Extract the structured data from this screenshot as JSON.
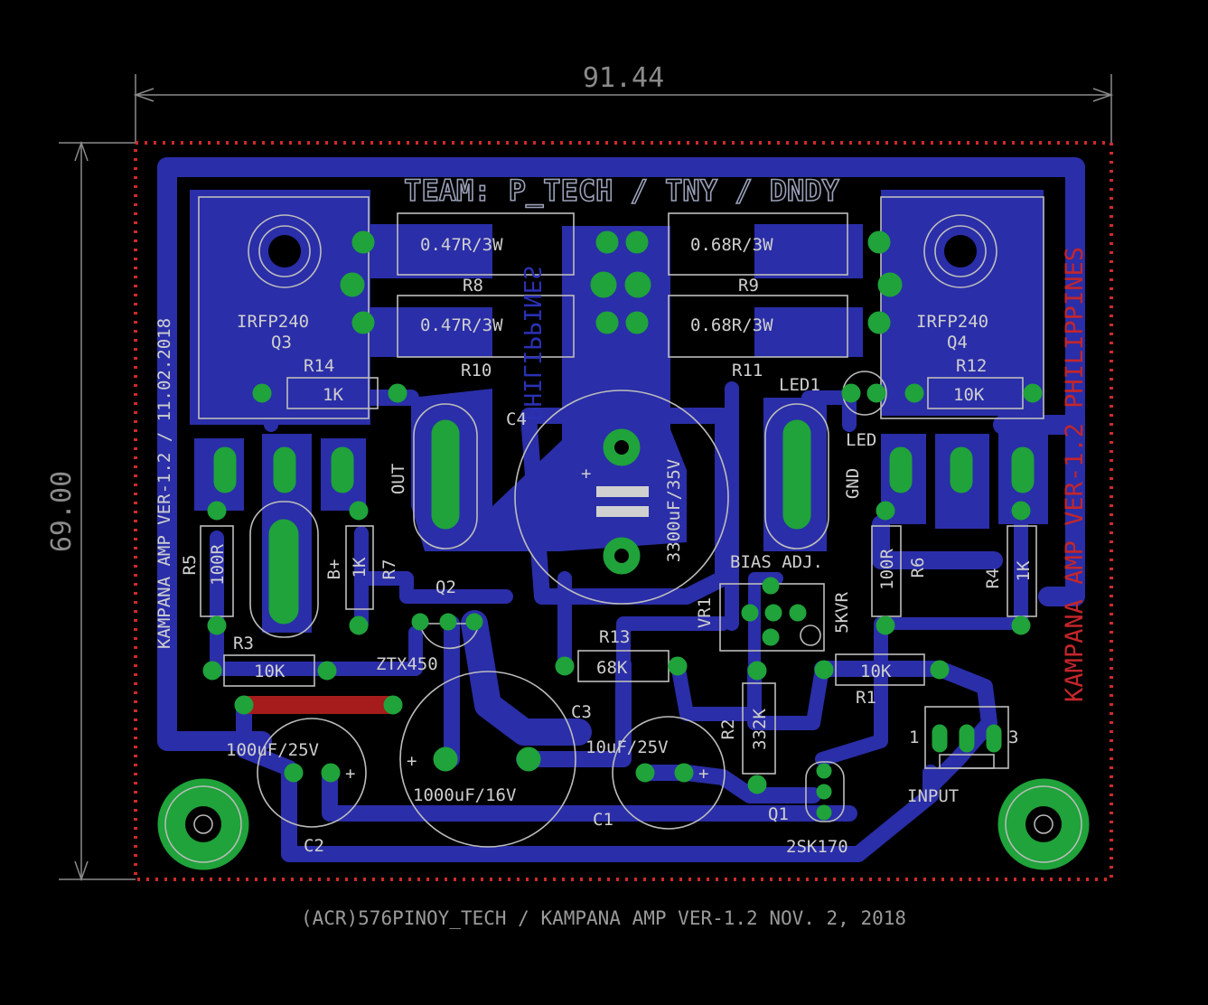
{
  "dimensions": {
    "width": "91.44",
    "height": "69.00"
  },
  "colors": {
    "background": "#000000",
    "copper": "#2a2ea8",
    "pad": "#1fa33a",
    "silk": "#cfcfcf",
    "outline": "#d02a2a",
    "jumper": "#a61c1c"
  },
  "header_text": "TEAM: P_TECH / TNY / DNDY",
  "vertical_text_left": "KAMPANA AMP VER-1.2 / 11.02.2018",
  "vertical_text_right": "KAMPANA AMP VER-1.2 PHILIPPINES",
  "mirrored_text": "PHILIPPINES",
  "footer": "(ACR)576PINOY_TECH / KAMPANA AMP VER-1.2 NOV. 2, 2018",
  "labels": {
    "q3_part": "IRFP240",
    "q3": "Q3",
    "q4_part": "IRFP240",
    "q4": "Q4",
    "r8_val": "0.47R/3W",
    "r8": "R8",
    "r10_val": "0.47R/3W",
    "r10": "R10",
    "r9_val": "0.68R/3W",
    "r9": "R9",
    "r11_val": "0.68R/3W",
    "r11": "R11",
    "r14": "R14",
    "r14_val": "1K",
    "r12": "R12",
    "r12_val": "10K",
    "led1": "LED1",
    "led": "LED",
    "c4": "C4",
    "c4_val": "3300uF/35V",
    "out": "OUT",
    "gnd": "GND",
    "r5": "R5",
    "r5_val": "100R",
    "bplus": "B+",
    "r7": "R7",
    "r7_val": "1K",
    "q2": "Q2",
    "q2_part": "ZTX450",
    "bias": "BIAS ADJ.",
    "vr1": "VR1",
    "vr1_val": "5KVR",
    "r6": "R6",
    "r6_val": "100R",
    "r4": "R4",
    "r4_val": "1K",
    "r3": "R3",
    "r3_val": "10K",
    "r13": "R13",
    "r13_val": "68K",
    "r1": "R1",
    "r1_val": "10K",
    "r2": "R2",
    "r2_val": "332K",
    "c3": "C3",
    "c2": "C2",
    "c2_val": "100uF/25V",
    "c1_val": "1000uF/16V",
    "c1": "C1",
    "c5_val": "10uF/25V",
    "q1": "Q1",
    "q1_part": "2SK170",
    "input": "INPUT",
    "pin1": "1",
    "pin3": "3"
  }
}
